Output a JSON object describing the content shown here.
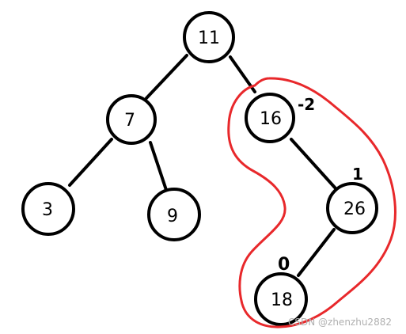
{
  "diagram": {
    "nodes": [
      {
        "id": "n11",
        "label": "11"
      },
      {
        "id": "n7",
        "label": "7"
      },
      {
        "id": "n16",
        "label": "16"
      },
      {
        "id": "n3",
        "label": "3"
      },
      {
        "id": "n9",
        "label": "9"
      },
      {
        "id": "n26",
        "label": "26"
      },
      {
        "id": "n18",
        "label": "18"
      }
    ],
    "edges": [
      {
        "from": "11",
        "to": "7"
      },
      {
        "from": "11",
        "to": "16"
      },
      {
        "from": "7",
        "to": "3"
      },
      {
        "from": "7",
        "to": "9"
      },
      {
        "from": "16",
        "to": "26"
      },
      {
        "from": "26",
        "to": "18"
      }
    ],
    "balance_factors": {
      "n16": "-2",
      "n26": "1",
      "n18": "0"
    },
    "highlight_color": "#e8282b",
    "watermark": "CSDN @zhenzhu2882"
  }
}
